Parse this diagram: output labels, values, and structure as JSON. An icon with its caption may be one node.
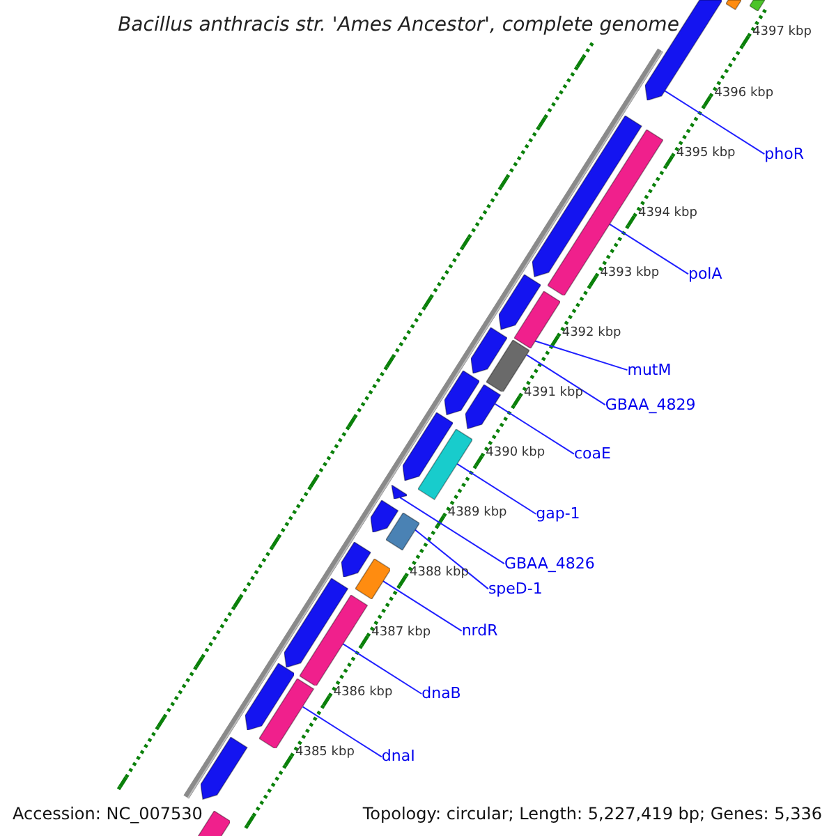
{
  "diagram": {
    "title": "Bacillus anthracis str. 'Ames Ancestor', complete genome",
    "nodes": [
      {
        "text": [
          "phoR"
        ]
      },
      {
        "text": [
          "polA"
        ]
      },
      {
        "text": [
          "mutM"
        ]
      },
      {
        "text": [
          "GBAA_4829"
        ]
      },
      {
        "text": [
          "coaE"
        ]
      },
      {
        "text": [
          "gap-1"
        ]
      },
      {
        "text": [
          "GBAA_4826"
        ]
      },
      {
        "text": [
          "speD-1"
        ]
      },
      {
        "text": [
          "nrdR"
        ]
      },
      {
        "text": [
          "dnaB"
        ]
      },
      {
        "text": [
          "dnaI"
        ]
      },
      {
        "text": [],
        "shape": "bar"
      },
      {
        "text": [],
        "shape": "bar"
      },
      {
        "text": [],
        "shape": "pentagon"
      },
      {
        "text": [],
        "shape": "pentagon"
      },
      {
        "text": [],
        "shape": "bar"
      },
      {
        "text": [],
        "shape": "pentagon"
      },
      {
        "text": [],
        "shape": "bar"
      },
      {
        "text": [],
        "shape": "pentagon"
      },
      {
        "text": [],
        "shape": "bar"
      },
      {
        "text": [],
        "shape": "pentagon"
      },
      {
        "text": [],
        "shape": "pentagon"
      },
      {
        "text": [],
        "shape": "pentagon"
      },
      {
        "text": [],
        "shape": "bar"
      },
      {
        "text": [],
        "shape": "triangle"
      },
      {
        "text": [],
        "shape": "pentagon"
      },
      {
        "text": [],
        "shape": "bar"
      },
      {
        "text": [],
        "shape": "pentagon"
      },
      {
        "text": [],
        "shape": "bar"
      },
      {
        "text": [],
        "shape": "pentagon"
      },
      {
        "text": [],
        "shape": "bar"
      },
      {
        "text": [],
        "shape": "pentagon"
      },
      {
        "text": [],
        "shape": "bar"
      },
      {
        "text": [],
        "shape": "pentagon"
      },
      {
        "text": [],
        "shape": "bar"
      }
    ],
    "edges": [
      {
        "from": 0,
        "to": 13,
        "arrow": "none"
      },
      {
        "from": 1,
        "to": 15,
        "arrow": "none"
      },
      {
        "from": 2,
        "to": 17,
        "arrow": "none"
      },
      {
        "from": 3,
        "to": 19,
        "arrow": "none"
      },
      {
        "from": 4,
        "to": 21,
        "arrow": "none"
      },
      {
        "from": 5,
        "to": 23,
        "arrow": "none"
      },
      {
        "from": 6,
        "to": 24,
        "arrow": "none"
      },
      {
        "from": 7,
        "to": 26,
        "arrow": "none"
      },
      {
        "from": 8,
        "to": 28,
        "arrow": "none"
      },
      {
        "from": 9,
        "to": 30,
        "arrow": "none"
      },
      {
        "from": 10,
        "to": 32,
        "arrow": "none"
      }
    ],
    "labels": [
      "4397 kbp",
      "4396 kbp",
      "4395 kbp",
      "4394 kbp",
      "4393 kbp",
      "4392 kbp",
      "4391 kbp",
      "4390 kbp",
      "4389 kbp",
      "4388 kbp",
      "4387 kbp",
      "4386 kbp",
      "4385 kbp",
      "Accession: NC_007530",
      "Topology: circular; Length: 5,227,419 bp; Genes: 5,336"
    ]
  }
}
